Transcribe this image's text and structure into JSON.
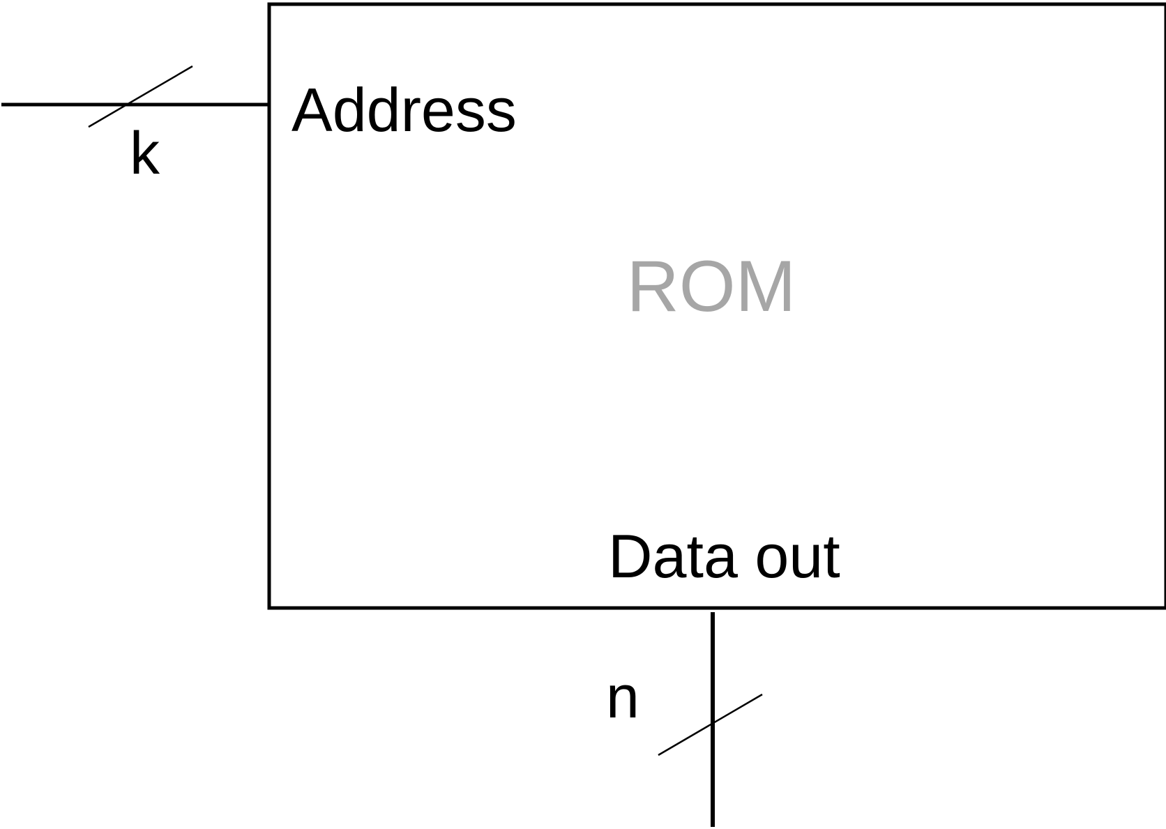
{
  "diagram": {
    "block": {
      "name": "ROM",
      "name_color": "#a6a6a6"
    },
    "ports": {
      "input": {
        "label": "Address",
        "bus_width": "k"
      },
      "output": {
        "label": "Data out",
        "bus_width": "n"
      }
    },
    "colors": {
      "stroke": "#000000",
      "background": "#ffffff"
    }
  }
}
